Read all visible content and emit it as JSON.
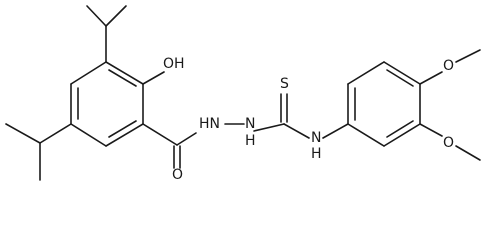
{
  "molecule": {
    "atom_labels": {
      "hydroxyl": "OH",
      "carbonyl_oxygen": "O",
      "hydrazide_nh_left": "HN",
      "hydrazide_nh_right": "N",
      "hydrazide_h_right": "H",
      "thione_sulfur": "S",
      "aryl_amine_n": "N",
      "aryl_amine_h": "H",
      "methoxy_oxygen_upper": "O",
      "methoxy_oxygen_lower": "O"
    }
  }
}
